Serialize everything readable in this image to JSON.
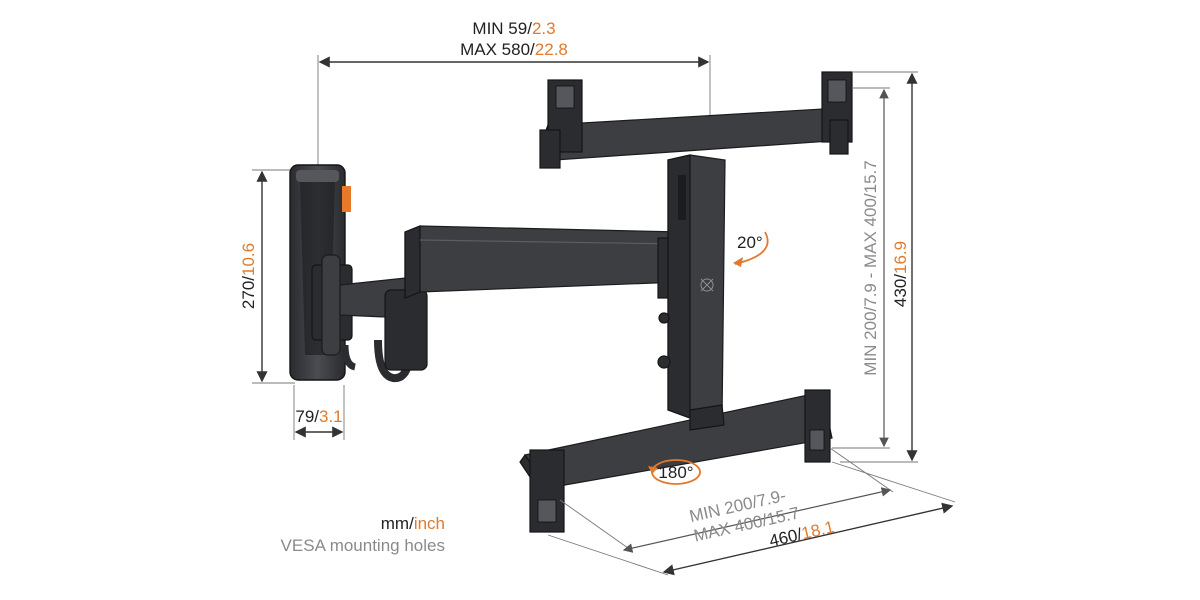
{
  "dimensions": {
    "arm_extension": {
      "min_mm": "MIN 59/",
      "min_inch": "2.3",
      "max_mm": "MAX 580/",
      "max_inch": "22.8"
    },
    "wall_plate_height": {
      "mm": "270/",
      "inch": "10.6"
    },
    "wall_plate_width": {
      "mm": "79/",
      "inch": "3.1"
    },
    "vesa_vertical": {
      "text": "MIN 200/7.9 - MAX 400/15.7"
    },
    "bracket_height": {
      "mm": "430/",
      "inch": "16.9"
    },
    "vesa_horizontal": {
      "line1": "MIN 200/7.9-",
      "line2": "MAX 400/15.7"
    },
    "bracket_width": {
      "mm": "460/",
      "inch": "18.1"
    }
  },
  "rotation": {
    "tilt": "20°",
    "swivel": "180°"
  },
  "legend": {
    "units_mm": "mm/",
    "units_inch": "inch",
    "vesa_note": "VESA mounting holes"
  },
  "colors": {
    "accent": "#e07a2e",
    "metal": "#3d3e42",
    "text": "#222222",
    "muted": "#8a8a8a"
  }
}
